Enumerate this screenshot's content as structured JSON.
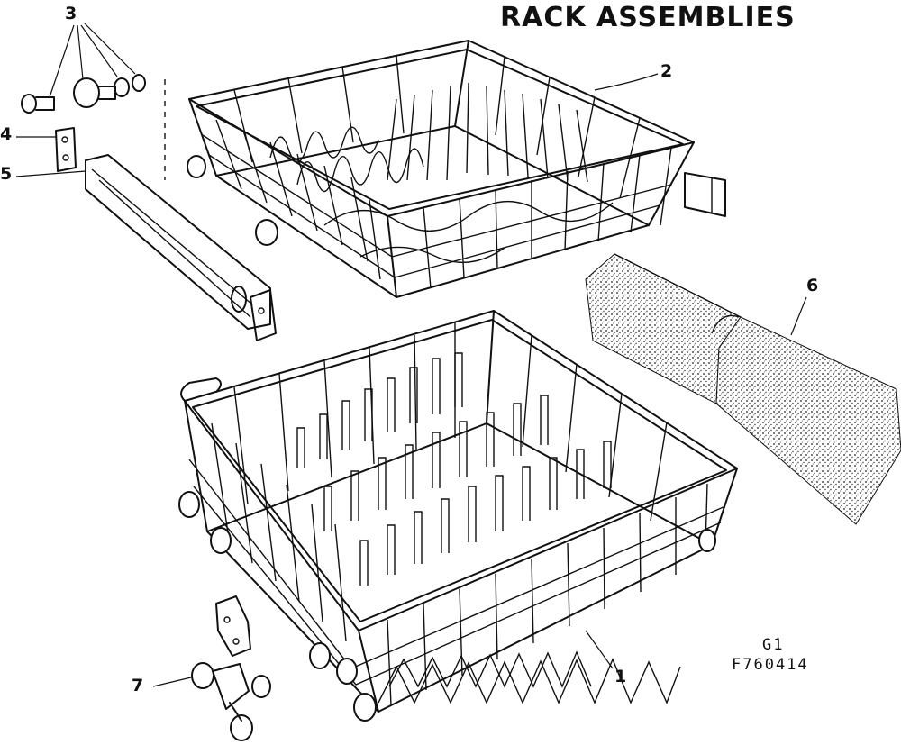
{
  "title": "RACK ASSEMBLIES",
  "callouts": {
    "c1": "1",
    "c2": "2",
    "c3": "3",
    "c4": "4",
    "c5": "5",
    "c6": "6",
    "c7": "7"
  },
  "figure_code": {
    "line1": "G1",
    "line2": "F760414"
  }
}
